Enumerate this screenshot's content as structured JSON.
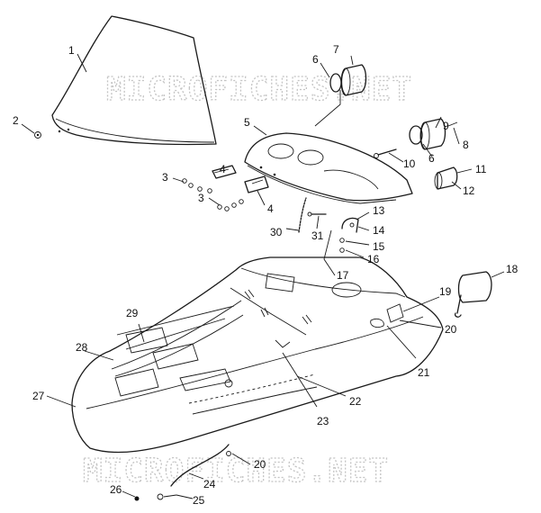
{
  "watermark": {
    "text": "MICROFICHES.NET"
  },
  "callouts": [
    "1",
    "2",
    "3",
    "3",
    "4",
    "4",
    "5",
    "6",
    "6",
    "7",
    "8",
    "9",
    "10",
    "11",
    "12",
    "13",
    "14",
    "15",
    "16",
    "17",
    "18",
    "19",
    "20",
    "20",
    "21",
    "22",
    "23",
    "24",
    "25",
    "26",
    "27",
    "28",
    "29",
    "30",
    "31"
  ]
}
